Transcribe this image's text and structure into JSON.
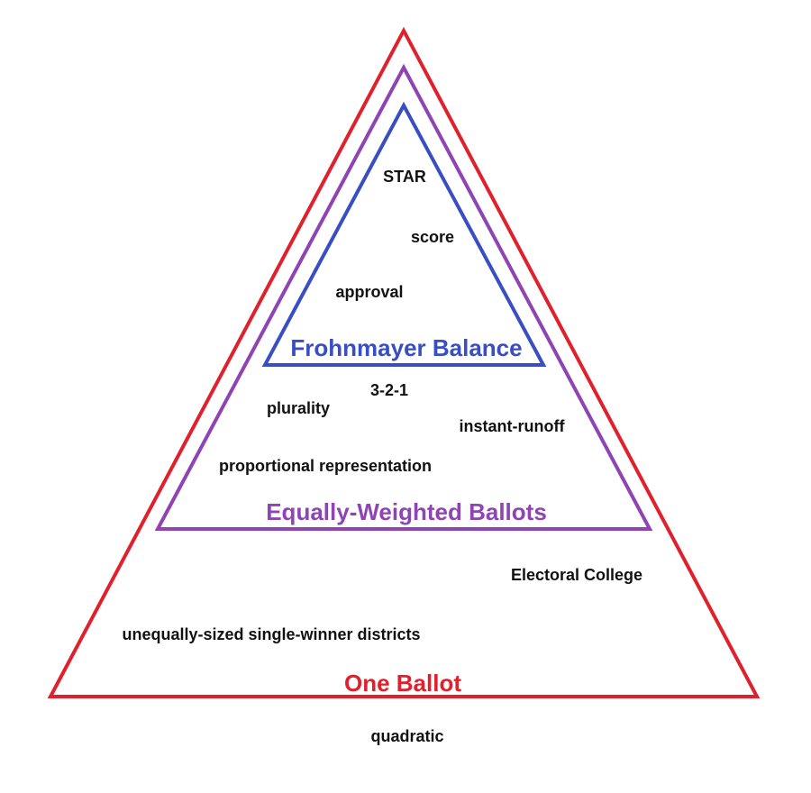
{
  "tiers": {
    "outer": {
      "label": "One Ballot",
      "color": "#e0202c"
    },
    "middle": {
      "label": "Equally-Weighted Ballots",
      "color": "#8e44b3"
    },
    "inner": {
      "label": "Frohnmayer Balance",
      "color": "#3a4ec4"
    }
  },
  "items": {
    "star": "STAR",
    "score": "score",
    "approval": "approval",
    "three_two_one": "3-2-1",
    "plurality": "plurality",
    "instant_runoff": "instant-runoff",
    "proportional": "proportional representation",
    "electoral_college": "Electoral College",
    "unequal_districts": "unequally-sized single-winner districts",
    "quadratic": "quadratic"
  }
}
